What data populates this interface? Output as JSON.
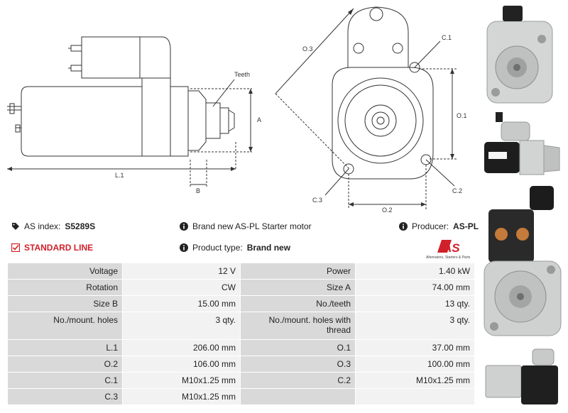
{
  "drawing": {
    "labels": {
      "teeth": "Teeth",
      "a": "A",
      "l1": "L.1",
      "b": "B",
      "o3": "O.3",
      "c1": "C.1",
      "o1": "O.1",
      "c3": "C.3",
      "o2": "O.2",
      "c2": "C.2"
    }
  },
  "info": {
    "as_index_label": "AS index:",
    "as_index_value": "S5289S",
    "description": "Brand new AS-PL Starter motor",
    "producer_label": "Producer:",
    "producer_value": "AS-PL",
    "line": "STANDARD LINE",
    "product_type_label": "Product type:",
    "product_type_value": "Brand new",
    "logo_text": "AS",
    "logo_subtext": "Alternators, Starters & Parts"
  },
  "specs": [
    {
      "l1": "Voltage",
      "v1": "12 V",
      "l2": "Power",
      "v2": "1.40 kW"
    },
    {
      "l1": "Rotation",
      "v1": "CW",
      "l2": "Size A",
      "v2": "74.00 mm"
    },
    {
      "l1": "Size B",
      "v1": "15.00 mm",
      "l2": "No./teeth",
      "v2": "13 qty."
    },
    {
      "l1": "No./mount. holes",
      "v1": "3 qty.",
      "l2": "No./mount. holes with thread",
      "v2": "3 qty."
    },
    {
      "l1": "L.1",
      "v1": "206.00 mm",
      "l2": "O.1",
      "v2": "37.00 mm"
    },
    {
      "l1": "O.2",
      "v1": "106.00 mm",
      "l2": "O.3",
      "v2": "100.00 mm"
    },
    {
      "l1": "C.1",
      "v1": "M10x1.25 mm",
      "l2": "C.2",
      "v2": "M10x1.25 mm"
    },
    {
      "l1": "C.3",
      "v1": "M10x1.25 mm",
      "l2": "",
      "v2": ""
    }
  ],
  "colors": {
    "accent": "#d0202a",
    "label_bg": "#d9d9d9",
    "value_bg": "#f2f2f2"
  }
}
